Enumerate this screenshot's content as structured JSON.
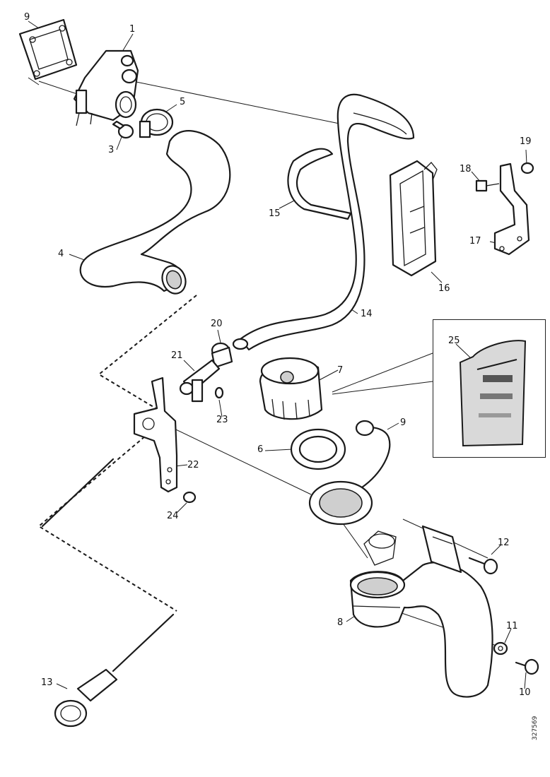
{
  "callouts": {
    "c1": "1",
    "c3": "3",
    "c4": "4",
    "c5": "5",
    "c6": "6",
    "c7": "7",
    "c8": "8",
    "c9a": "9",
    "c9b": "9",
    "c10": "10",
    "c11": "11",
    "c12": "12",
    "c13": "13",
    "c14": "14",
    "c15": "15",
    "c16": "16",
    "c17": "17",
    "c18": "18",
    "c19": "19",
    "c20": "20",
    "c21": "21",
    "c22": "22",
    "c23": "23",
    "c24": "24",
    "c25": "25"
  },
  "document_id": "327569"
}
